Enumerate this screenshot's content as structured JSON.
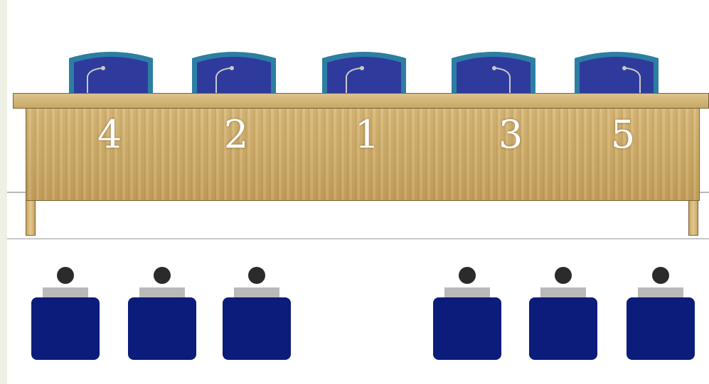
{
  "diagram": {
    "seat_numbers": [
      "4",
      "2",
      "1",
      "3",
      "5"
    ],
    "colors": {
      "chair_blue": "#2f3b9c",
      "chair_teal": "#2d7ea3",
      "desk_wood": "#d2b06e",
      "audience_blue": "#0b1c7a",
      "audience_head": "#2b2b2b",
      "audience_collar": "#b9b9b9"
    },
    "icons": {
      "presidium_chair": "chair-with-microphone",
      "audience_member": "seated-person"
    }
  }
}
